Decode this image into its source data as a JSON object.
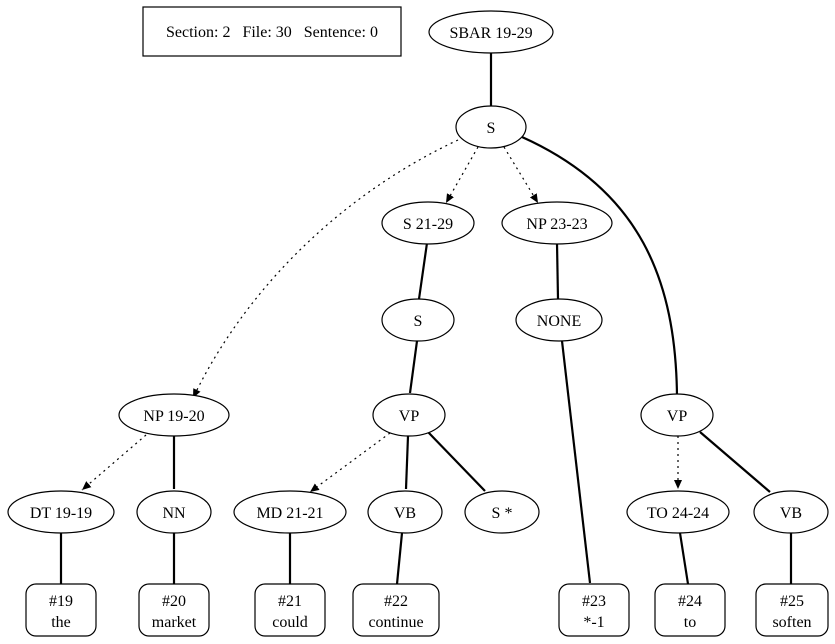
{
  "header": {
    "section_label": "Section:",
    "section": "2",
    "file_label": "File:",
    "file": "30",
    "sentence_label": "Sentence:",
    "sentence": "0"
  },
  "nodes": {
    "sbar": "SBAR 19-29",
    "s_root": "S",
    "s_21_29": "S 21-29",
    "np_23_23": "NP 23-23",
    "s_inner": "S",
    "none": "NONE",
    "np_19_20": "NP 19-20",
    "vp_left": "VP",
    "vp_right": "VP",
    "dt": "DT 19-19",
    "nn": "NN",
    "md": "MD 21-21",
    "vb_left": "VB",
    "s_star": "S *",
    "to": "TO 24-24",
    "vb_right": "VB"
  },
  "leaves": {
    "w19": {
      "index": "#19",
      "word": "the"
    },
    "w20": {
      "index": "#20",
      "word": "market"
    },
    "w21": {
      "index": "#21",
      "word": "could"
    },
    "w22": {
      "index": "#22",
      "word": "continue"
    },
    "w23": {
      "index": "#23",
      "word": "*-1"
    },
    "w24": {
      "index": "#24",
      "word": "to"
    },
    "w25": {
      "index": "#25",
      "word": "soften"
    }
  }
}
